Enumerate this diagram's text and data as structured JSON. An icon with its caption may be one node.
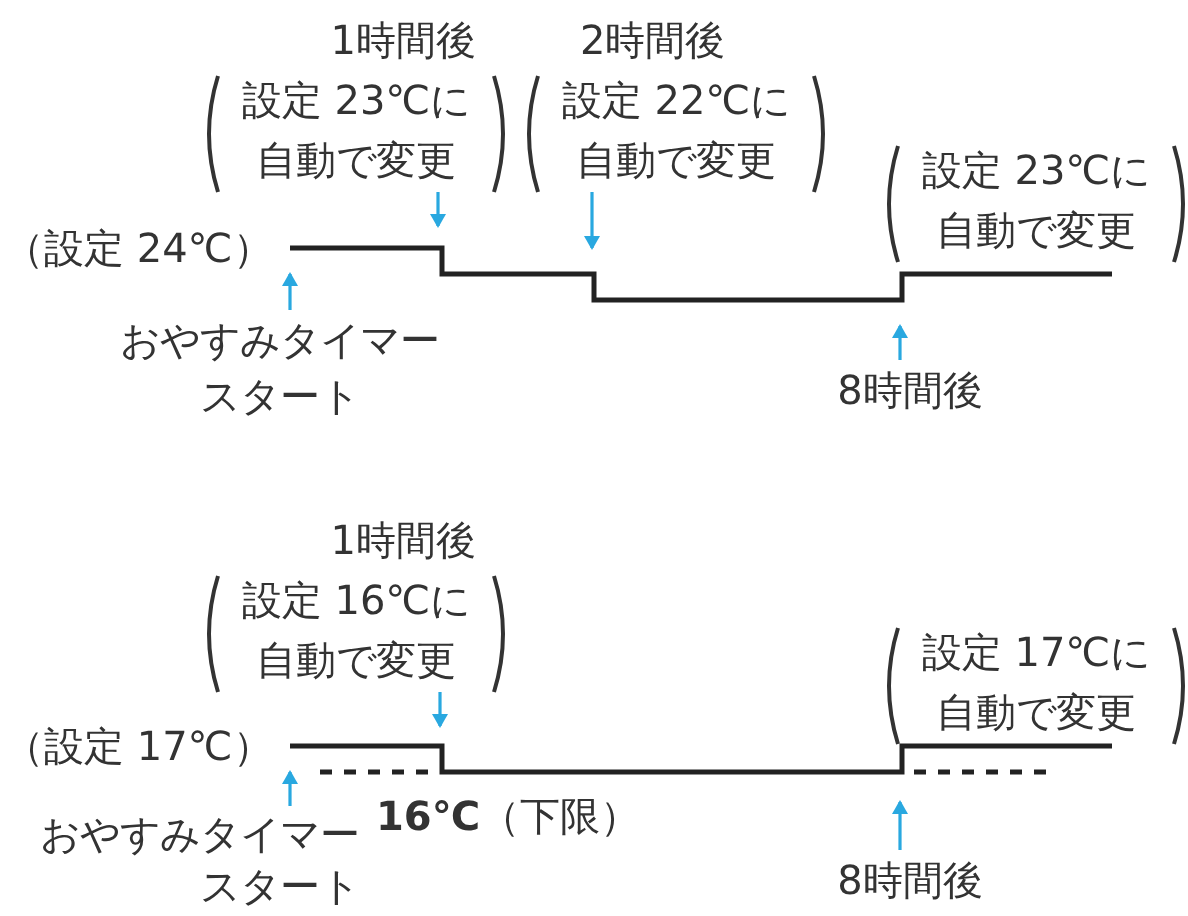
{
  "diagram": {
    "nodes": [
      {
        "text": [
          "1時間後",
          "設定 23℃に自動で変更"
        ]
      },
      {
        "text": [
          "2時間後",
          "設定 22℃に自動で変更"
        ]
      },
      {
        "text": [
          "おやすみタイマースタート"
        ]
      },
      {
        "text": [
          "8時間後"
        ]
      },
      {
        "text": [
          "1時間後",
          "設定 16℃に自動で変更"
        ]
      },
      {
        "text": [
          "おやすみタイマースタート"
        ]
      },
      {
        "text": [
          "8時間後"
        ]
      }
    ],
    "edges": [
      {
        "from": 0,
        "to": null,
        "arrow": "to"
      },
      {
        "from": 1,
        "to": null,
        "arrow": "to"
      },
      {
        "from": 2,
        "to": null,
        "arrow": "to"
      },
      {
        "from": 3,
        "to": null,
        "arrow": "to"
      },
      {
        "from": 4,
        "to": null,
        "arrow": "to"
      },
      {
        "from": 5,
        "to": null,
        "arrow": "to"
      },
      {
        "from": 6,
        "to": null,
        "arrow": "to"
      }
    ],
    "labels": [
      "（設定 24℃）",
      "設定 23℃に自動で変更",
      "（設定 17℃）",
      "**16℃**（下限）",
      "設定 17℃に自動で変更"
    ]
  }
}
